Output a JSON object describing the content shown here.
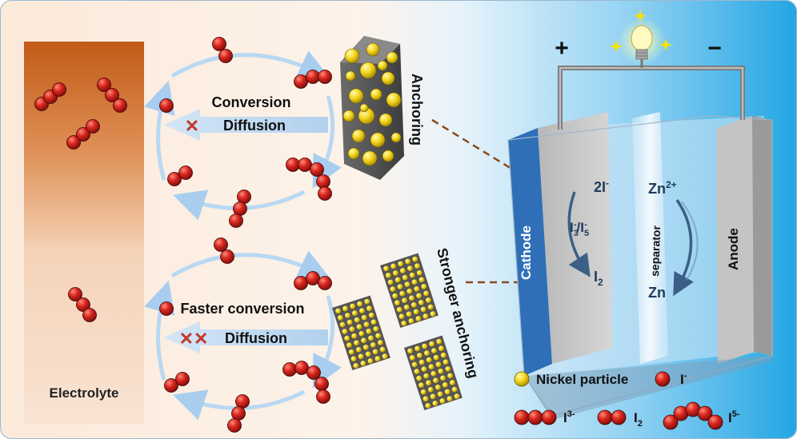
{
  "electrolyte_label": "Electrolyte",
  "upper_cycle": {
    "conversion_label": "Conversion",
    "diffusion_label": "Diffusion",
    "anchoring_label": "Anchoring",
    "blocked_mark": "✕"
  },
  "lower_cycle": {
    "conversion_label": "Faster conversion",
    "diffusion_label": "Diffusion",
    "anchoring_label": "Stronger anchoring",
    "blocked_mark": "✕✕"
  },
  "battery": {
    "plus_sign": "+",
    "minus_sign": "−",
    "cathode_label": "Cathode",
    "anode_label": "Anode",
    "separator_label": "separator",
    "iodide_product": {
      "base": "2I",
      "sup": "-"
    },
    "iodine_mid": {
      "a": "I",
      "a_sub": "3",
      "a_sup": "-",
      "slash": "/",
      "b": "I",
      "b_sub": "5",
      "b_sup": "-"
    },
    "iodine_product": {
      "base": "I",
      "sub": "2"
    },
    "zinc_ion": {
      "base": "Zn",
      "sup": "2+"
    },
    "zinc_metal": "Zn"
  },
  "legend": {
    "nickel": "Nickel particle",
    "iodide": {
      "base": "I",
      "sup": "-"
    },
    "triiodide": {
      "base": "I",
      "sup": "3-"
    },
    "iodine": {
      "base": "I",
      "sub": "2"
    },
    "pentaiodide": {
      "base": "I",
      "sup": "5-"
    }
  },
  "colors": {
    "iodine_sphere": "#c8201c",
    "nickel_sphere": "#f2d21a",
    "cathode_blue": "#2f6fb8",
    "dashed_connector": "#8a4a1a",
    "blocked_cross": "#c0392b"
  }
}
